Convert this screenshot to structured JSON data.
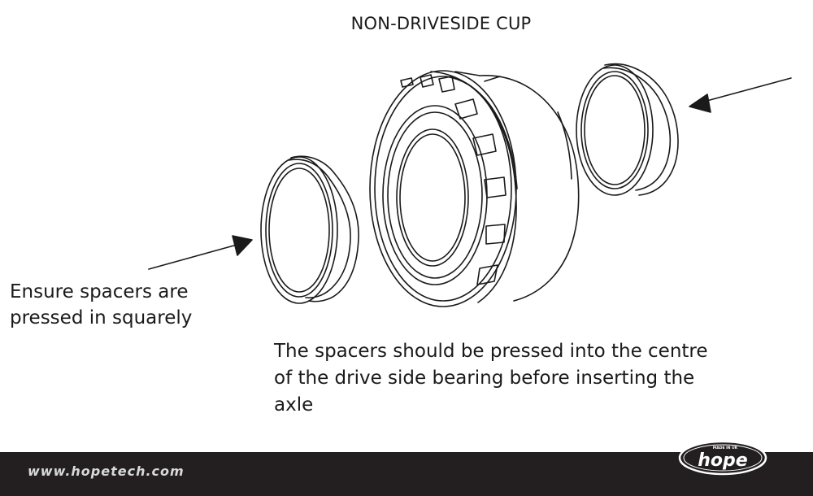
{
  "title": "NON-DRIVESIDE CUP",
  "note_left_lines": [
    "Ensure spacers are",
    "pressed in squarely"
  ],
  "note_bottom_lines": [
    "The spacers should be pressed into the centre",
    "of the drive side bearing before inserting the",
    "axle"
  ],
  "footer": {
    "url": "www.hopetech.com",
    "logo_text": "hope",
    "logo_tagline": "MADE IN UK"
  },
  "colors": {
    "line": "#1a1a1a",
    "footer_bg": "#231f20",
    "footer_text": "#d9d9d9"
  },
  "icons": [
    "arrow-icon",
    "arrow-icon",
    "hope-logo"
  ]
}
